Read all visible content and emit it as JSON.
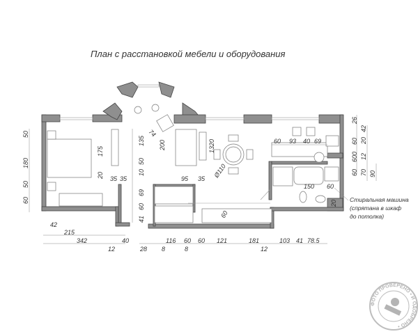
{
  "title": "План с расстановкой мебели и оборудования",
  "dimensions": [
    "50",
    "180",
    "50",
    "60",
    "175",
    "20",
    "35",
    "35",
    "135",
    "50",
    "10",
    "74",
    "200",
    "95",
    "35",
    "1320",
    "Ø110",
    "69",
    "60",
    "41",
    "42",
    "215",
    "342",
    "40",
    "12",
    "28",
    "8",
    "116",
    "60",
    "8",
    "60",
    "121",
    "181",
    "12",
    "103",
    "41",
    "78.5",
    "60",
    "60",
    "93",
    "40",
    "69",
    "26",
    "42",
    "60",
    "20",
    "600",
    "12",
    "60",
    "70",
    "90",
    "150",
    "60",
    "20"
  ],
  "note": [
    "Стиральная машина",
    "(спрятана в шкаф",
    "до потолка)"
  ],
  "stamp": {
    "text": "ФОТО ПРОВЕРЕНО И ОДОБРЕНО"
  }
}
